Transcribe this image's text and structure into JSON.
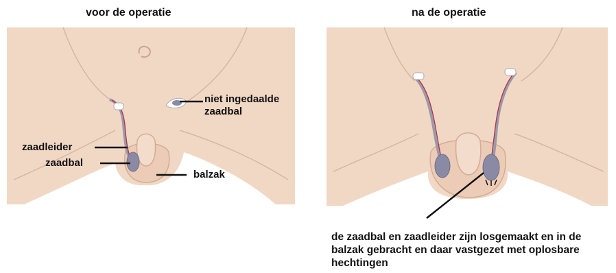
{
  "before": {
    "title": "voor de operatie",
    "labels": {
      "undescended_testis": "niet ingedaalde\nzaadbal",
      "vas_deferens": "zaadleider",
      "testis": "zaadbal",
      "scrotum": "balzak"
    }
  },
  "after": {
    "title": "na de operatie",
    "caption": "de zaadbal en zaadleider zijn losgemaakt en in de balzak gebracht en daar vastgezet met oplosbare hechtingen"
  },
  "colors": {
    "skin": "#f1d8c5",
    "skin_edge": "#d6b6a0",
    "testis": "#8a8aa4",
    "vas": "#b0324a",
    "line": "#111111"
  }
}
